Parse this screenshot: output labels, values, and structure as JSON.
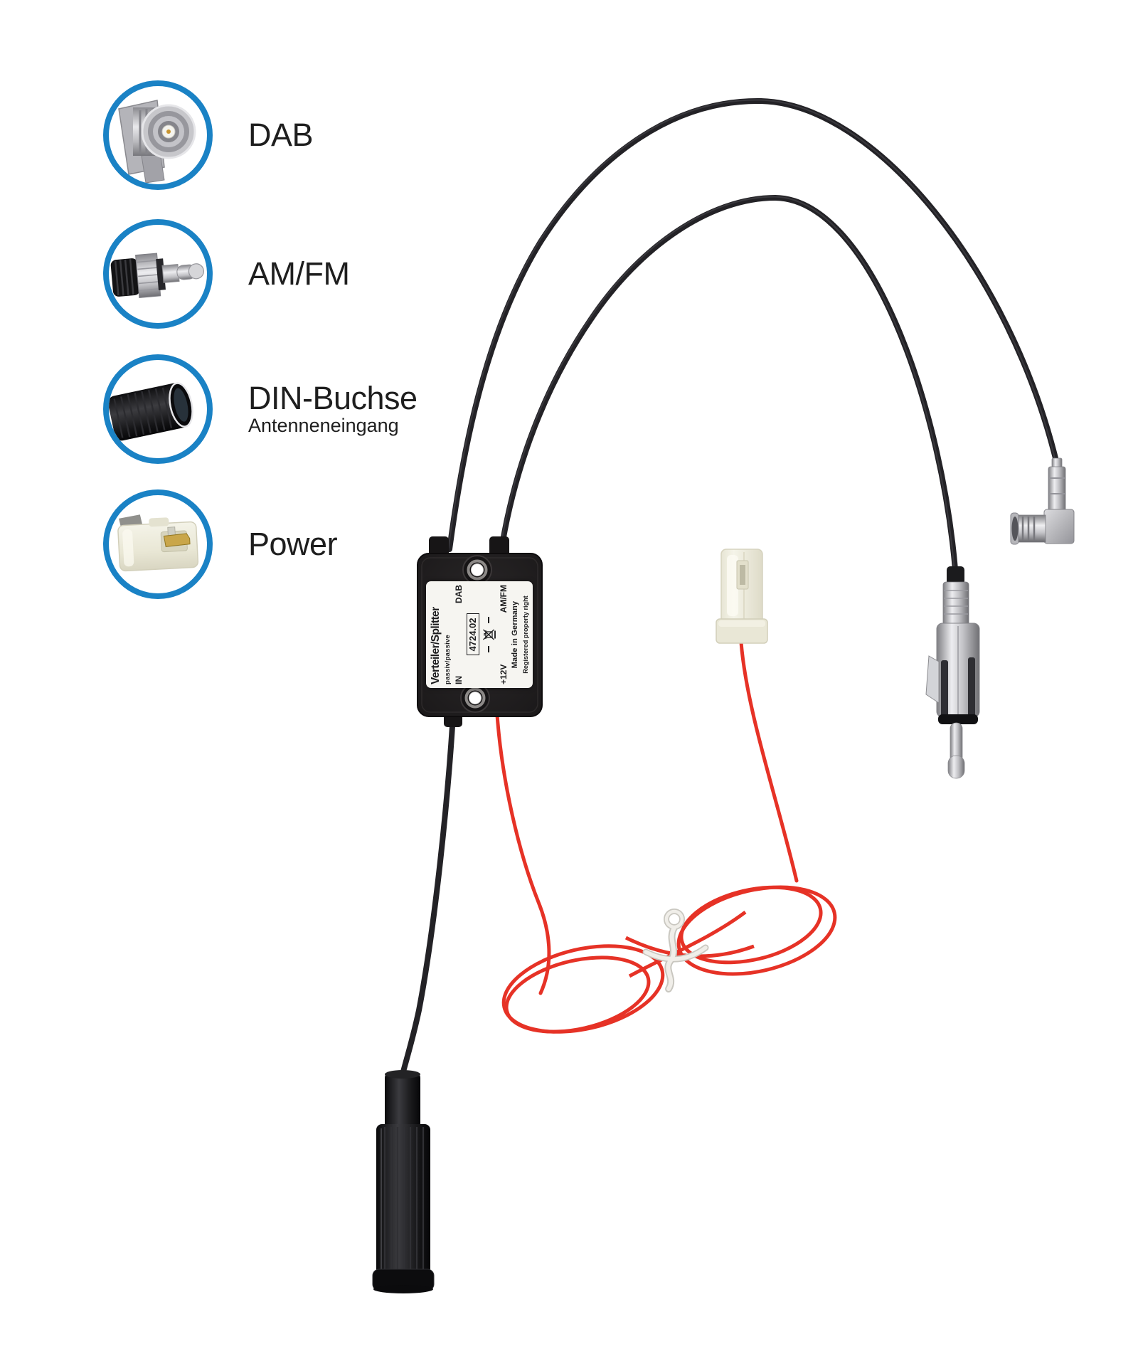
{
  "colors": {
    "accent_blue": "#1a82c5",
    "wire_red": "#e63226",
    "cable_black": "#232226",
    "label_background": "#f6f5f1",
    "label_text": "#1b1b1d"
  },
  "callouts": [
    {
      "label": "DAB",
      "icon": "dab-right-angle-connector-icon"
    },
    {
      "label": "AM/FM",
      "icon": "amfm-din-plug-icon"
    },
    {
      "label": "DIN-Buchse",
      "sublabel": "Antenneneingang",
      "icon": "din-antenna-socket-icon"
    },
    {
      "label": "Power",
      "icon": "power-spade-connector-icon"
    }
  ],
  "splitter_label": {
    "title": "Verteiler/Splitter",
    "subtitle": "passiv/passive",
    "port_in": "IN",
    "port_dab": "DAB",
    "model_number": "4724.02",
    "power_rating": "+12V",
    "port_amfm": "AM/FM",
    "origin_line": "Made in Germany",
    "rights_line": "Registered property right"
  }
}
